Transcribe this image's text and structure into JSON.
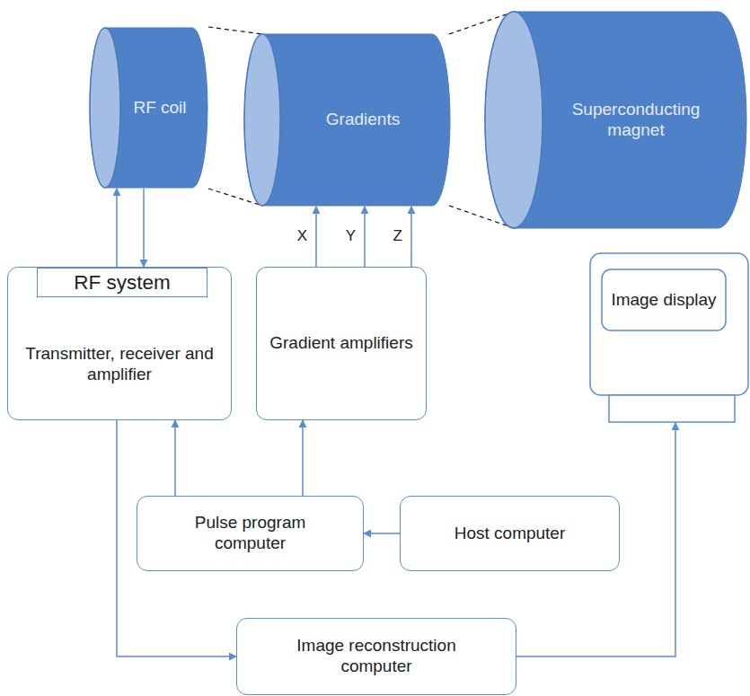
{
  "diagram": {
    "nodes": [
      {
        "text": [
          "RF coil"
        ]
      },
      {
        "text": [
          "Gradients"
        ]
      },
      {
        "text": [
          "Superconducting magnet"
        ]
      },
      {
        "text": [
          "Transmitter, receiver and amplifier"
        ]
      },
      {
        "text": [
          "RF system"
        ],
        "in": 3
      },
      {
        "text": [
          "Gradient amplifiers"
        ]
      },
      {
        "text": [
          "Image display"
        ]
      },
      {
        "text": [
          "Pulse program computer"
        ]
      },
      {
        "text": [
          "Host computer"
        ]
      },
      {
        "text": [
          "Image reconstruction computer"
        ]
      }
    ],
    "edges": [
      {
        "from": 3,
        "to": 0,
        "arrow": "to"
      },
      {
        "from": 0,
        "to": 3,
        "arrow": "to"
      },
      {
        "from": 5,
        "to": 1,
        "label": "X",
        "arrow": "to"
      },
      {
        "from": 5,
        "to": 1,
        "label": "Y",
        "arrow": "to"
      },
      {
        "from": 5,
        "to": 1,
        "label": "Z",
        "arrow": "to"
      },
      {
        "from": 7,
        "to": 3,
        "arrow": "to"
      },
      {
        "from": 7,
        "to": 5,
        "arrow": "to"
      },
      {
        "from": 8,
        "to": 7,
        "arrow": "to"
      },
      {
        "from": 3,
        "to": 9,
        "arrow": "to"
      },
      {
        "from": 9,
        "to": 6,
        "arrow": "to"
      }
    ]
  }
}
